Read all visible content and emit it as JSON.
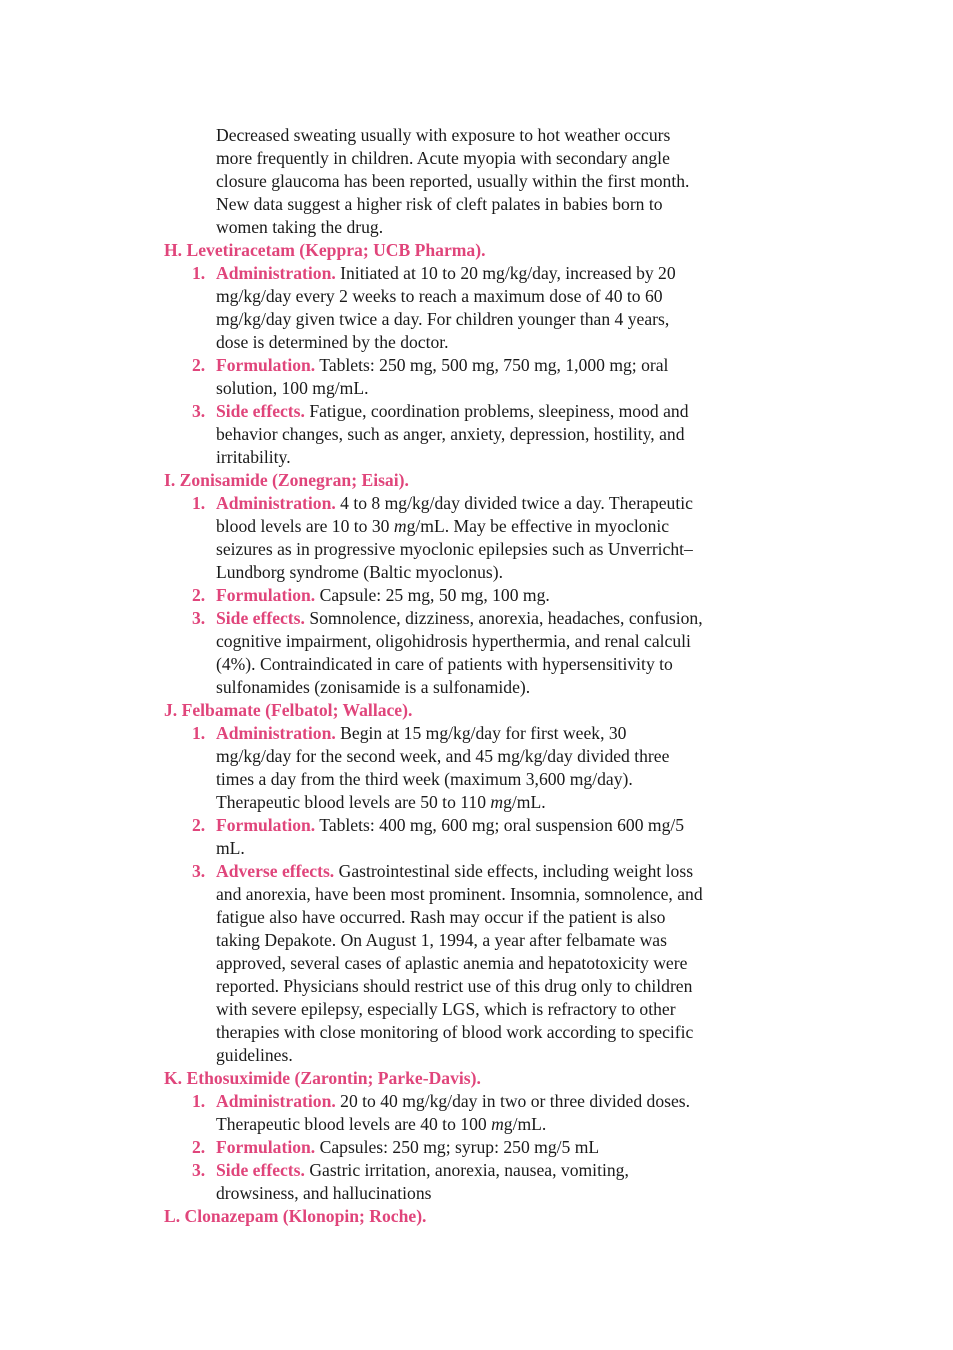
{
  "colors": {
    "heading": "#e0457b",
    "text": "#1a1a1a"
  },
  "intro_lines": [
    "Decreased sweating usually with exposure to hot weather occurs",
    "more frequently in children. Acute myopia with secondary angle",
    "closure glaucoma has been reported, usually within the first month.",
    "New data suggest a higher risk of cleft palates in babies born to",
    "women taking the drug."
  ],
  "sections": [
    {
      "heading": "H.  Levetiracetam (Keppra; UCB Pharma).",
      "items": [
        {
          "num": "1.",
          "label": "Administration.",
          "lines": [
            " Initiated at 10 to 20 mg/kg/day, increased by 20",
            "mg/kg/day every 2 weeks to reach a maximum dose of 40 to 60",
            "mg/kg/day given twice a day. For children younger than 4 years,",
            "dose is determined by the doctor."
          ]
        },
        {
          "num": "2.",
          "label": "Formulation.",
          "lines": [
            " Tablets: 250 mg, 500 mg, 750 mg, 1,000 mg; oral",
            "solution, 100 mg/mL."
          ]
        },
        {
          "num": "3.",
          "label": "Side effects.",
          "lines": [
            " Fatigue, coordination problems, sleepiness, mood and",
            "behavior changes, such as anger, anxiety, depression, hostility, and",
            "irritability."
          ]
        }
      ]
    },
    {
      "heading": "I.  Zonisamide (Zonegran; Eisai).",
      "items": [
        {
          "num": "1.",
          "label": "Administration.",
          "lines": [
            " 4 to 8 mg/kg/day divided twice a day. Therapeutic",
            "blood levels are 10 to 30 |m|g/mL. May be effective in myoclonic",
            "seizures as in progressive myoclonic epilepsies such as Unverricht–",
            "Lundborg syndrome (Baltic myoclonus)."
          ]
        },
        {
          "num": "2.",
          "label": "Formulation.",
          "lines": [
            " Capsule: 25 mg, 50 mg, 100 mg."
          ]
        },
        {
          "num": "3.",
          "label": "Side effects.",
          "lines": [
            " Somnolence, dizziness, anorexia, headaches, confusion,",
            "cognitive impairment, oligohidrosis hyperthermia, and renal calculi",
            "(4%). Contraindicated in care of patients with hypersensitivity to",
            "sulfonamides (zonisamide is a sulfonamide)."
          ]
        }
      ]
    },
    {
      "heading": "J.  Felbamate (Felbatol; Wallace).",
      "items": [
        {
          "num": "1.",
          "label": "Administration.",
          "lines": [
            " Begin at 15 mg/kg/day for first week, 30",
            "mg/kg/day for the second week, and 45 mg/kg/day divided three",
            "times a day from the third week (maximum 3,600 mg/day).",
            "Therapeutic blood levels are 50 to 110 |m|g/mL."
          ]
        },
        {
          "num": "2.",
          "label": "Formulation.",
          "lines": [
            " Tablets: 400 mg, 600 mg; oral suspension 600 mg/5",
            "mL."
          ]
        },
        {
          "num": "3.",
          "label": "Adverse effects.",
          "lines": [
            " Gastrointestinal side effects, including weight loss",
            "and anorexia, have been most prominent. Insomnia, somnolence, and",
            "fatigue also have occurred. Rash may occur if the patient is also",
            "taking Depakote. On August 1, 1994, a year after felbamate was",
            "approved, several cases of aplastic anemia and hepatotoxicity were",
            "reported. Physicians should restrict use of this drug only to children",
            "with severe epilepsy, especially LGS, which is refractory to other",
            "therapies with close monitoring of blood work according to specific",
            "guidelines."
          ]
        }
      ]
    },
    {
      "heading": "K.  Ethosuximide (Zarontin; Parke-Davis).",
      "items": [
        {
          "num": "1.",
          "label": "Administration.",
          "lines": [
            " 20 to 40 mg/kg/day in two or three divided doses.",
            "Therapeutic blood levels are 40 to 100 |m|g/mL."
          ]
        },
        {
          "num": "2.",
          "label": "Formulation.",
          "lines": [
            " Capsules: 250 mg; syrup: 250 mg/5 mL"
          ]
        },
        {
          "num": "3.",
          "label": "Side effects.",
          "lines": [
            " Gastric irritation, anorexia, nausea, vomiting,",
            "drowsiness, and hallucinations"
          ]
        }
      ]
    },
    {
      "heading": "L.  Clonazepam (Klonopin; Roche).",
      "items": []
    }
  ]
}
